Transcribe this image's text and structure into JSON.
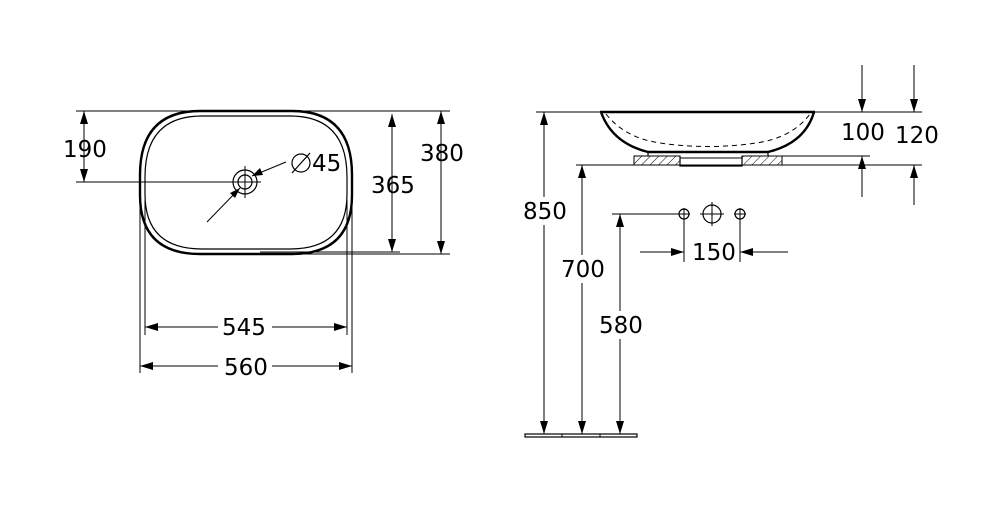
{
  "top_view": {
    "dim_190": "190",
    "dim_hole": "45",
    "dim_365": "365",
    "dim_380": "380",
    "dim_545": "545",
    "dim_560": "560"
  },
  "side_view": {
    "dim_100": "100",
    "dim_120": "120",
    "dim_850": "850",
    "dim_700": "700",
    "dim_580": "580",
    "dim_150": "150"
  }
}
